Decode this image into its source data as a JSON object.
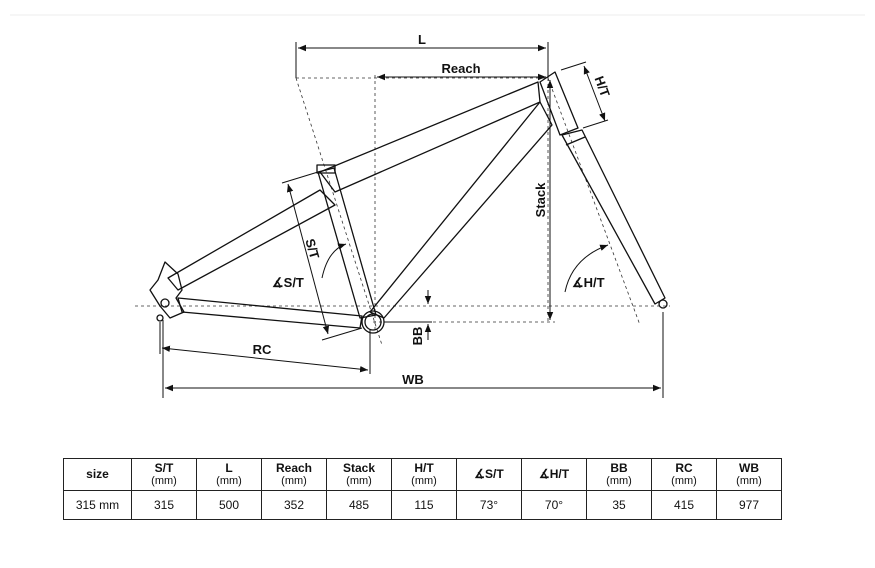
{
  "diagram": {
    "labels": {
      "L": "L",
      "reach": "Reach",
      "ht": "H/T",
      "stack": "Stack",
      "st": "S/T",
      "st_angle": "∡S/T",
      "ht_angle": "∡H/T",
      "bb": "BB",
      "rc": "RC",
      "wb": "WB"
    }
  },
  "table": {
    "headers": [
      {
        "name": "size",
        "unit": ""
      },
      {
        "name": "S/T",
        "unit": "(mm)"
      },
      {
        "name": "L",
        "unit": "(mm)"
      },
      {
        "name": "Reach",
        "unit": "(mm)"
      },
      {
        "name": "Stack",
        "unit": "(mm)"
      },
      {
        "name": "H/T",
        "unit": "(mm)"
      },
      {
        "name": "∡S/T",
        "unit": ""
      },
      {
        "name": "∡H/T",
        "unit": ""
      },
      {
        "name": "BB",
        "unit": "(mm)"
      },
      {
        "name": "RC",
        "unit": "(mm)"
      },
      {
        "name": "WB",
        "unit": "(mm)"
      }
    ],
    "row": [
      "315 mm",
      "315",
      "500",
      "352",
      "485",
      "115",
      "73°",
      "70°",
      "35",
      "415",
      "977"
    ]
  }
}
